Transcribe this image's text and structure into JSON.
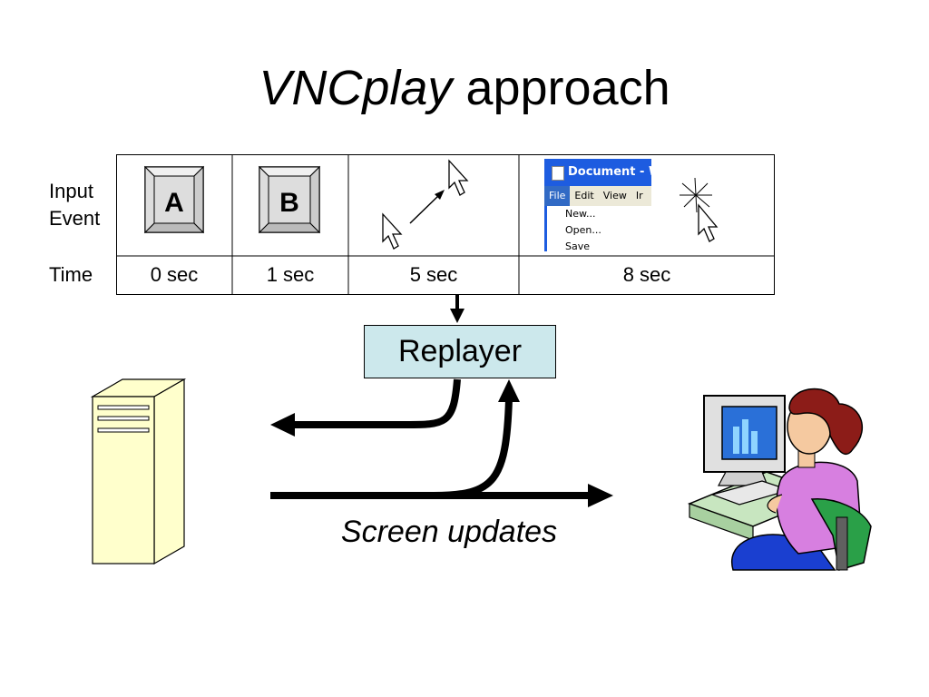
{
  "slide": {
    "title_italic": "VNCplay",
    "title_rest": "approach"
  },
  "timeline": {
    "input_label_line1": "Input",
    "input_label_line2": "Event",
    "time_label": "Time",
    "cells": [
      {
        "time": "0 sec",
        "key": "A"
      },
      {
        "time": "1 sec",
        "key": "B"
      },
      {
        "time": "5 sec"
      },
      {
        "time": "8 sec"
      }
    ],
    "window": {
      "title": "Document - W",
      "menus": [
        "File",
        "Edit",
        "View",
        "Ir"
      ],
      "items": [
        "New...",
        "Open...",
        "Save"
      ]
    }
  },
  "diagram": {
    "replayer": "Replayer",
    "screen_updates": "Screen updates"
  },
  "colors": {
    "replayer_fill": "#cce8ec",
    "server_fill": "#ffffcc",
    "window_title": "#1d5ce0"
  }
}
